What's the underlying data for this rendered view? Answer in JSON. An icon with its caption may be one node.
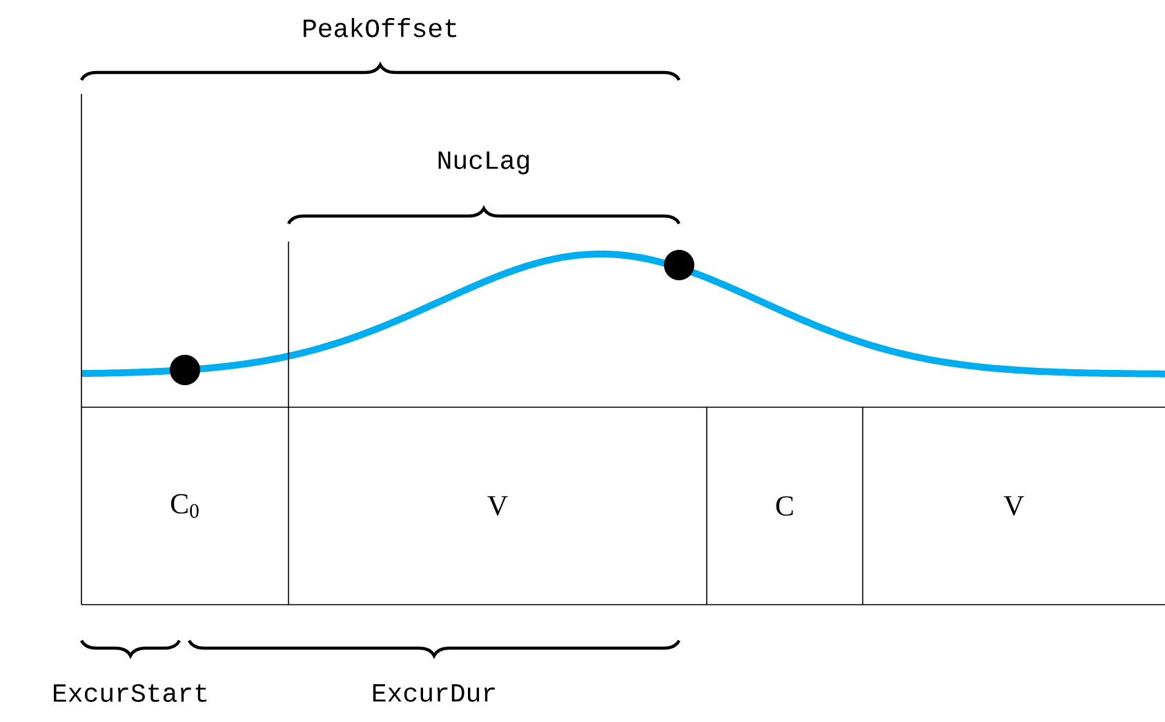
{
  "diagram": {
    "nodes": [
      {
        "text": [
          "C$_{0}$"
        ]
      },
      {
        "text": [
          "V"
        ]
      },
      {
        "text": [
          "C"
        ]
      },
      {
        "text": [
          "V"
        ]
      }
    ],
    "labels": [
      "PeakOffset",
      "NucLag",
      "ExcurStart",
      "ExcurDur"
    ]
  }
}
